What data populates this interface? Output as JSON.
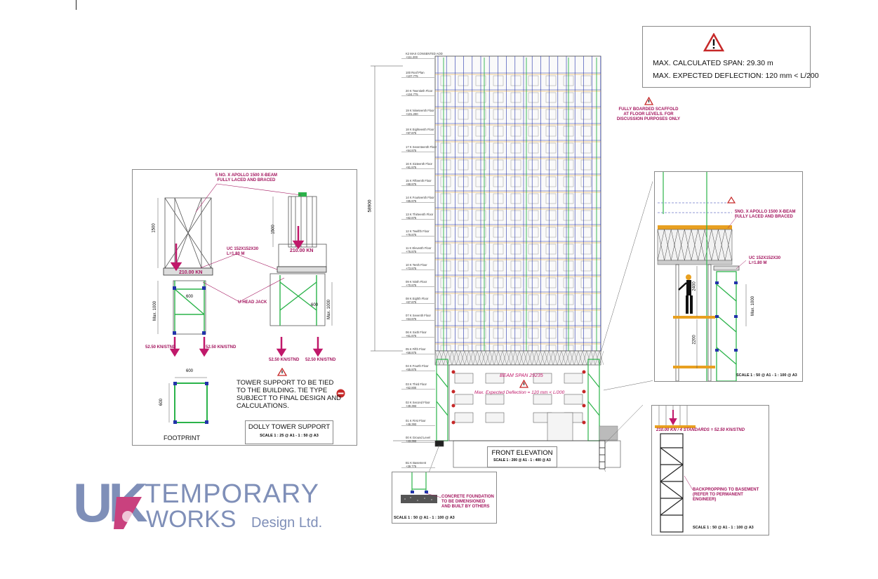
{
  "info_box": {
    "line1": "MAX. CALCULATED SPAN: 29.30 m",
    "line2": "MAX. EXPECTED DEFLECTION: 120 mm < L/200"
  },
  "elevation": {
    "note_scaffold": "FULLY BOARDED SCAFFOLD AT FLOOR LEVELS. FOR DISCUSSION PURPOSES ONLY",
    "beam_span": "BEAM SPAN 29235",
    "deflection_note": "Max. Expected Deflection = 120 mm < L/200",
    "dim_height": "58900",
    "title": "FRONT ELEVATION",
    "scale": "SCALE 1 : 200 @ A1 - 1 : 400 @ A3",
    "levels": [
      {
        "name": "K2 MAX CONSENTED AOD",
        "rl": "+111.200"
      },
      {
        "name": "100 Roof Plan",
        "rl": "+107.775"
      },
      {
        "name": "20 K Twentieth Floor",
        "rl": "+104.775"
      },
      {
        "name": "19 K Nineteenth Floor",
        "rl": "+101.200"
      },
      {
        "name": "18 K Eighteenth Floor",
        "rl": "+97.875"
      },
      {
        "name": "17 K Seventeenth Floor",
        "rl": "+94.875"
      },
      {
        "name": "16 K Sixteenth Floor",
        "rl": "+91.875"
      },
      {
        "name": "15 K Fifteenth Floor",
        "rl": "+88.875"
      },
      {
        "name": "14 K Fourteenth Floor",
        "rl": "+85.875"
      },
      {
        "name": "13 K Thirteenth Floor",
        "rl": "+82.875"
      },
      {
        "name": "12 K Twelfth Floor",
        "rl": "+79.875"
      },
      {
        "name": "11 K Eleventh Floor",
        "rl": "+76.875"
      },
      {
        "name": "10 K Tenth Floor",
        "rl": "+73.875"
      },
      {
        "name": "09 K Ninth Floor",
        "rl": "+70.875"
      },
      {
        "name": "08 K Eighth Floor",
        "rl": "+67.875"
      },
      {
        "name": "07 K Seventh Floor",
        "rl": "+64.875"
      },
      {
        "name": "06 K Sixth Floor",
        "rl": "+61.875"
      },
      {
        "name": "05 K Fifth Floor",
        "rl": "+58.875"
      },
      {
        "name": "04 K Fourth Floor",
        "rl": "+55.875"
      },
      {
        "name": "03 K Third Floor",
        "rl": "+52.800"
      },
      {
        "name": "02 K Second Floor",
        "rl": "+49.393"
      },
      {
        "name": "01 K First Floor",
        "rl": "+46.393"
      },
      {
        "name": "00 K Ground Level",
        "rl": "+43.393"
      },
      {
        "name": "B1 K Basement",
        "rl": "+39.775"
      }
    ]
  },
  "dolly": {
    "beam_note": "5 No. x APOLLO 1500 X-BEAM FULLY LACED AND BRACED",
    "uc_note": "UC 152x152x30 L=1.80 m",
    "uhead": "U-HEAD JACK",
    "load_210": "210.00 kN",
    "dim_1500": "1500",
    "dim_600": "600",
    "dim_max1000": "Max. 1000",
    "stnd_load": "52.50 kN/Stnd",
    "footprint_dim_w": "600",
    "footprint_dim_h": "600",
    "footprint": "FOOTPRINT",
    "note": "TOWER SUPPORT TO BE TIED TO THE BUILDING. TIE TYPE SUBJECT TO FINAL DESIGN AND CALCULATIONS.",
    "title": "DOLLY TOWER SUPPORT",
    "scale": "SCALE 1 : 25 @ A1 - 1 : 50 @ A3"
  },
  "detail_right": {
    "beam_note": "5No. x APOLLO 1500 X-BEAM FULLY LACED AND BRACED",
    "uc_note": "UC 152x152x30 L=1.80 m",
    "dim_2400": "2400",
    "dim_2200": "2200",
    "dim_max1000": "Max. 1000",
    "scale": "SCALE 1 : 50 @ A1 - 1 : 100 @ A3"
  },
  "foundation": {
    "note": "CONCRETE FOUNDATION TO BE DIMENSIONED AND BUILT BY OTHERS",
    "scale": "SCALE 1 : 50 @ A1 - 1 : 100 @ A3"
  },
  "backprop": {
    "load": "210.00 kN / 4 Standards = 52.50 kN/Stnd",
    "note": "BACKPROPPING TO BASEMENT (REFER TO PERMANENT ENGINEER)",
    "scale": "SCALE 1 : 50 @ A1 - 1 : 100 @ A3"
  },
  "logo": {
    "uk": "UK",
    "line1": "TEMPORARY",
    "line2": "WORKS",
    "line3": "Design Ltd."
  },
  "colors": {
    "magenta": "#a3155e",
    "green": "#2bb34a",
    "blue": "#2233aa",
    "orange": "#e8a020",
    "logo_blue": "#7f8fb8",
    "logo_pink": "#c9417e"
  }
}
